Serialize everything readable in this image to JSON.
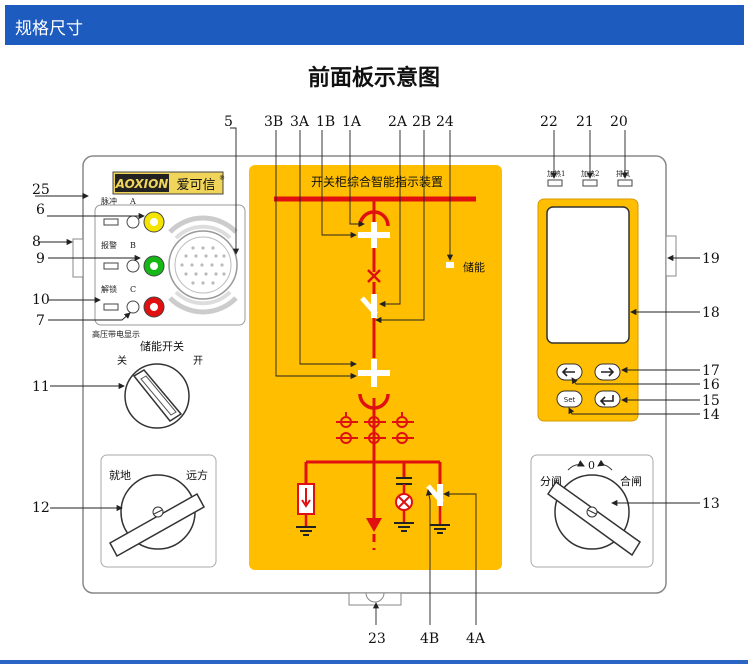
{
  "header": {
    "title": "规格尺寸"
  },
  "diagram": {
    "title": "前面板示意图",
    "brand": {
      "logo_text": "AOXION",
      "name": "爱可信",
      "reg": "®"
    },
    "panel": {
      "device_title": "开关柜综合智能指示装置",
      "storage_label": "储能",
      "pulse_label": "脉冲",
      "alarm_label": "报警",
      "unlock_label": "解锁",
      "hv_label": "高压带电显示",
      "phase_a": "A",
      "phase_b": "B",
      "phase_c": "C",
      "storage_switch": "储能开关",
      "off_label": "关",
      "on_label": "开",
      "local_label": "就地",
      "remote_label": "远方",
      "zero_label": "0",
      "open_label": "分闸",
      "close_label": "合闸",
      "heat1": "加热1",
      "heat2": "加热2",
      "fan": "排风",
      "set_key": "Set"
    },
    "callouts": {
      "c1": "25",
      "c2": "6",
      "c3": "8",
      "c4": "9",
      "c5": "10",
      "c6": "7",
      "c7": "11",
      "c8": "12",
      "c9": "5",
      "c10": "3B",
      "c11": "3A",
      "c12": "1B",
      "c13": "1A",
      "c14": "2A",
      "c15": "2B",
      "c16": "24",
      "c17": "22",
      "c18": "21",
      "c19": "20",
      "c20": "19",
      "c21": "18",
      "c22": "17",
      "c23": "16",
      "c24": "15",
      "c25": "14",
      "c26": "13",
      "c27": "23",
      "c28": "4B",
      "c29": "4A"
    }
  },
  "colors": {
    "header_bg": "#1d5bbf",
    "panel_orange": "#ffbe00",
    "bus_red": "#e01010",
    "frame": "#888888"
  }
}
